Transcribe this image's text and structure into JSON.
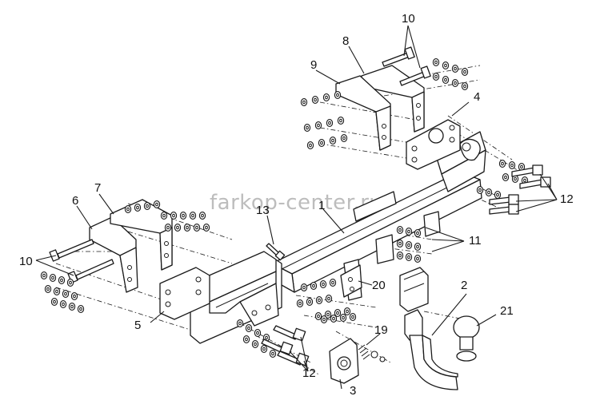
{
  "watermark": "farkop-center.ru",
  "callouts": [
    {
      "id": "1",
      "label": "1"
    },
    {
      "id": "2",
      "label": "2"
    },
    {
      "id": "3",
      "label": "3"
    },
    {
      "id": "4",
      "label": "4"
    },
    {
      "id": "5",
      "label": "5"
    },
    {
      "id": "6",
      "label": "6"
    },
    {
      "id": "7",
      "label": "7"
    },
    {
      "id": "8",
      "label": "8"
    },
    {
      "id": "9",
      "label": "9"
    },
    {
      "id": "10a",
      "label": "10"
    },
    {
      "id": "10b",
      "label": "10"
    },
    {
      "id": "11",
      "label": "11"
    },
    {
      "id": "12a",
      "label": "12"
    },
    {
      "id": "12b",
      "label": "12"
    },
    {
      "id": "13",
      "label": "13"
    },
    {
      "id": "19",
      "label": "19"
    },
    {
      "id": "20",
      "label": "20"
    },
    {
      "id": "21",
      "label": "21"
    }
  ]
}
